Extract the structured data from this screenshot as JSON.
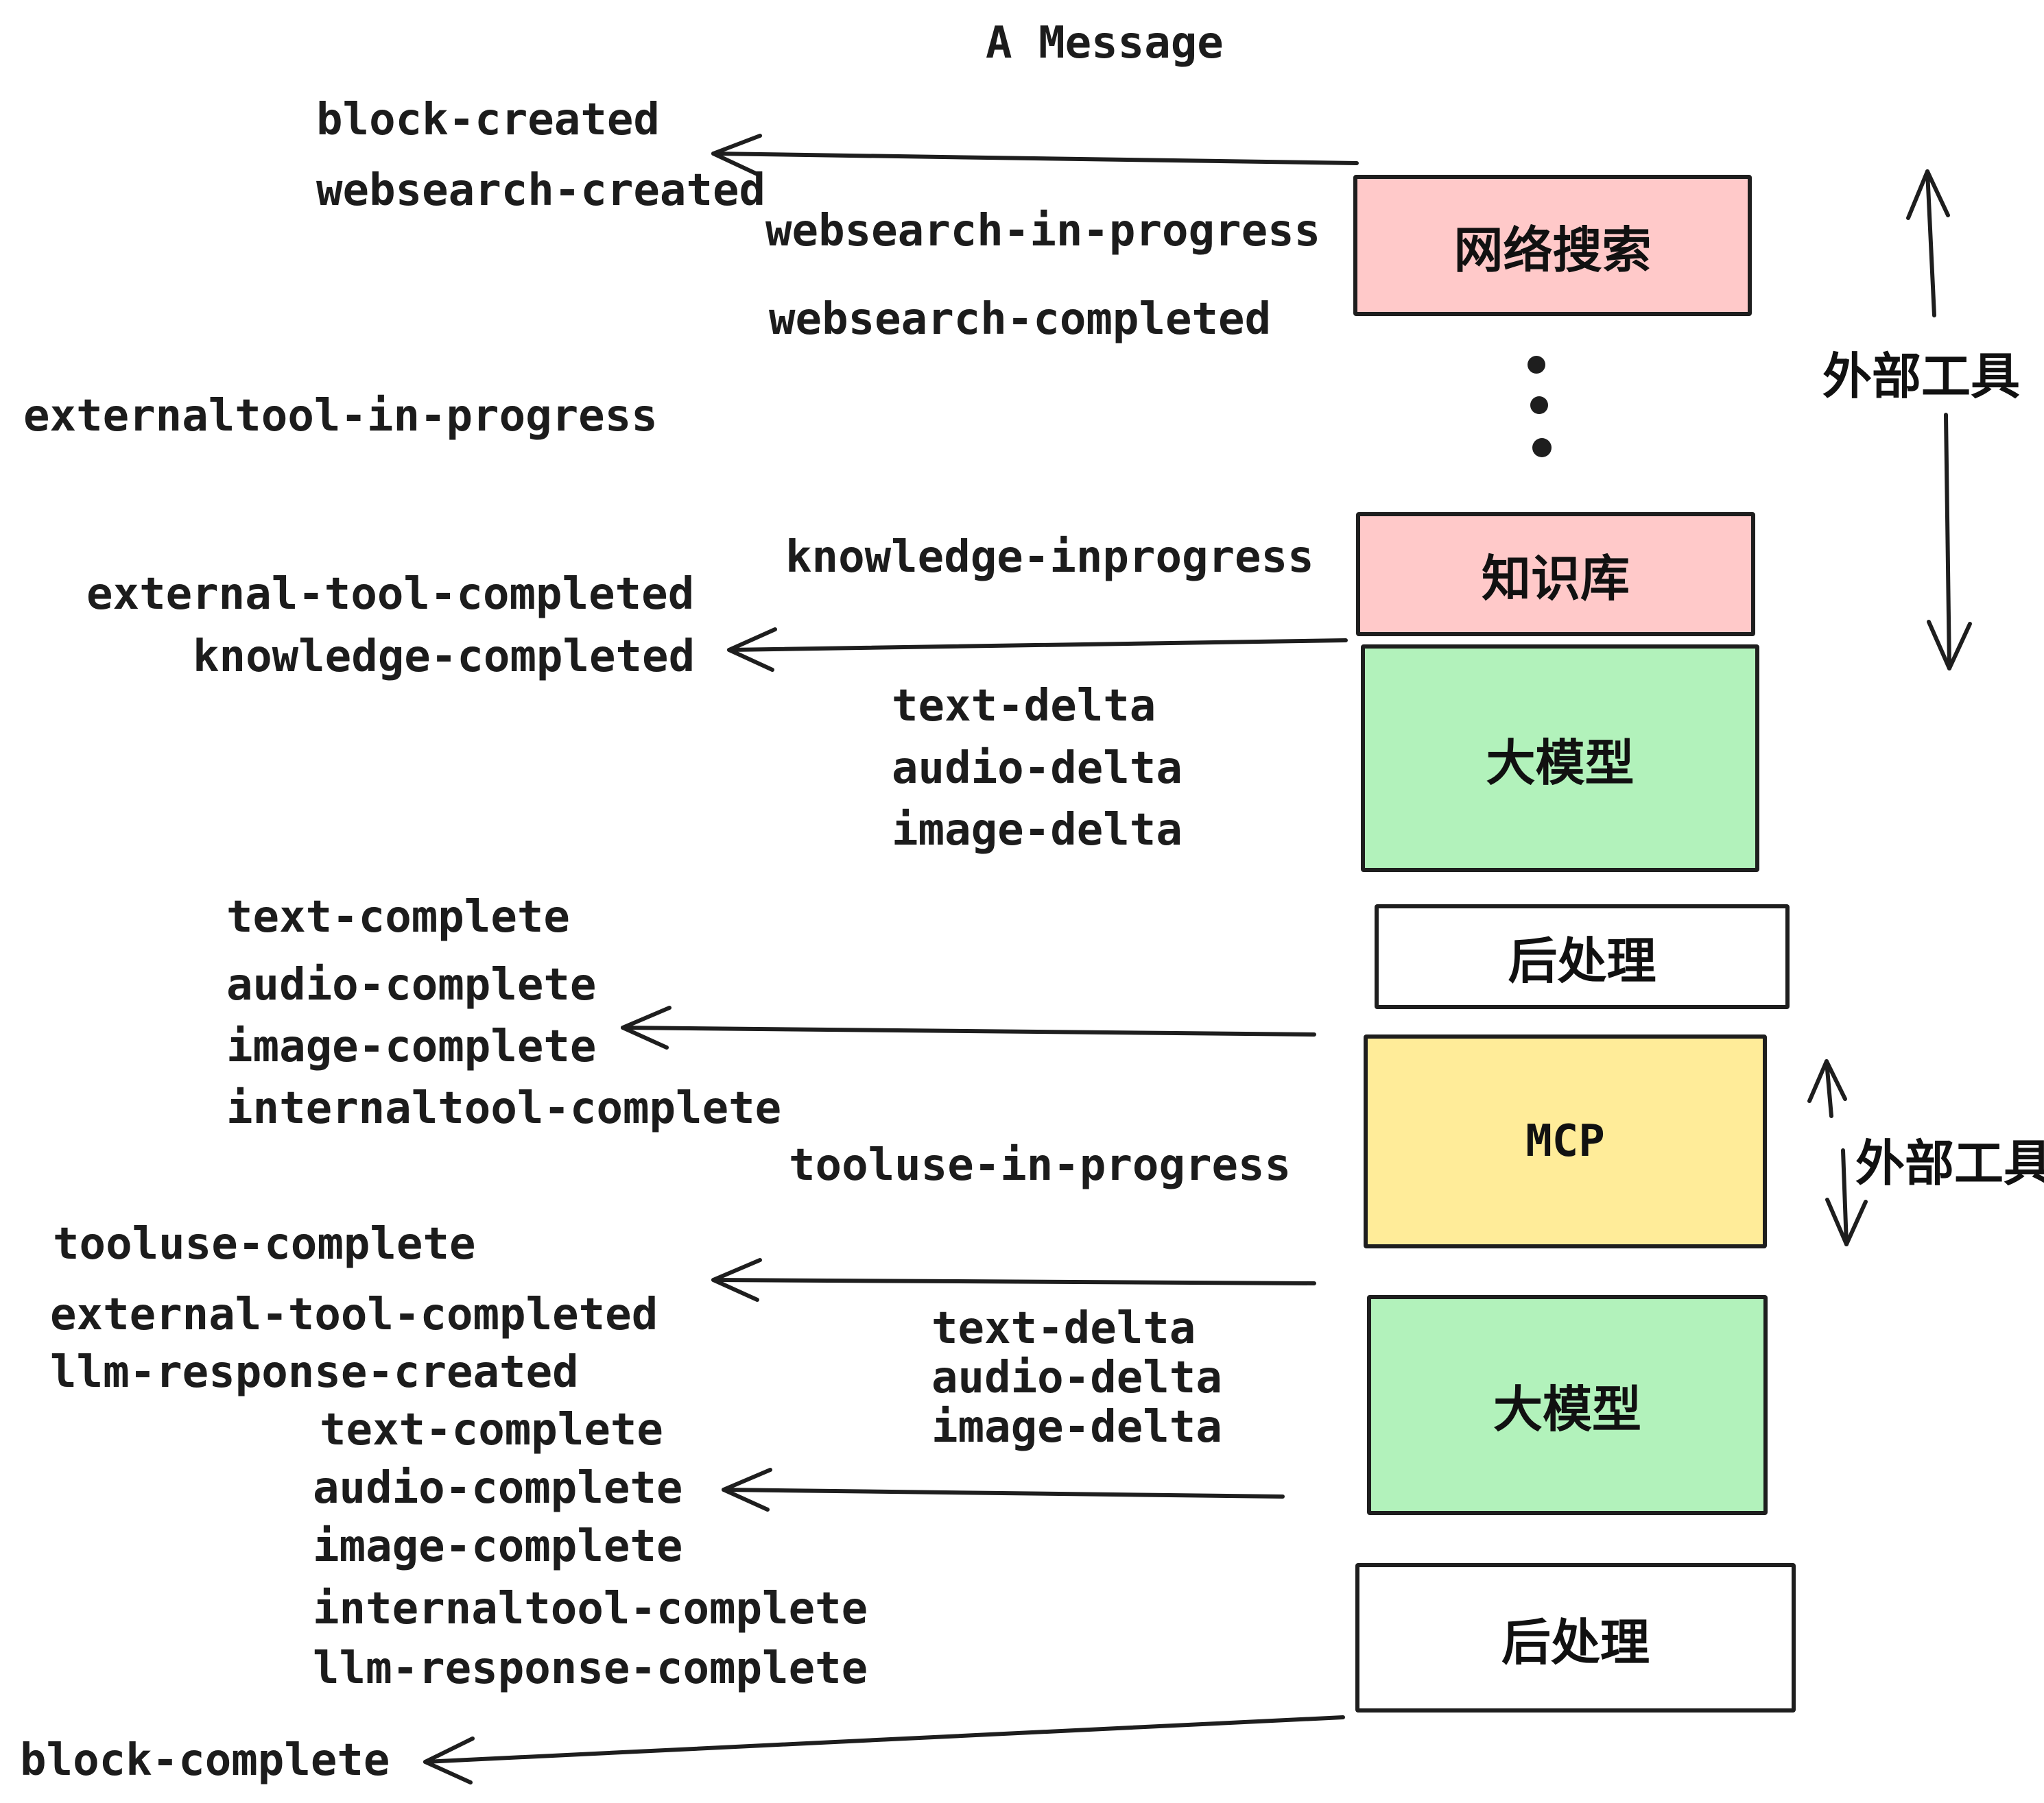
{
  "title": "A Message",
  "colors": {
    "stroke": "#1e1e1e",
    "external_tool_box": "#ffc9c9",
    "llm_box": "#b2f2bb",
    "mcp_box": "#ffec99",
    "postprocess_box": "#ffffff",
    "background": "#ffffff"
  },
  "boxes": [
    {
      "id": "websearch",
      "label": "网络搜索",
      "color": "#ffc9c9"
    },
    {
      "id": "knowledge",
      "label": "知识库",
      "color": "#ffc9c9"
    },
    {
      "id": "llm-1",
      "label": "大模型",
      "color": "#b2f2bb"
    },
    {
      "id": "postprocess-1",
      "label": "后处理",
      "color": "#ffffff"
    },
    {
      "id": "mcp",
      "label": "MCP",
      "color": "#ffec99"
    },
    {
      "id": "llm-2",
      "label": "大模型",
      "color": "#b2f2bb"
    },
    {
      "id": "postprocess-2",
      "label": "后处理",
      "color": "#ffffff"
    }
  ],
  "side_labels": [
    {
      "label": "外部工具"
    },
    {
      "label": "外部工具"
    }
  ],
  "ellipsis": "⋮",
  "events": [
    {
      "label": "block-created"
    },
    {
      "label": "websearch-created"
    },
    {
      "label": "websearch-in-progress"
    },
    {
      "label": "websearch-completed"
    },
    {
      "label": "externaltool-in-progress"
    },
    {
      "label": "knowledge-inprogress"
    },
    {
      "label": "external-tool-completed"
    },
    {
      "label": "knowledge-completed"
    },
    {
      "label": "text-delta"
    },
    {
      "label": "audio-delta"
    },
    {
      "label": "image-delta"
    },
    {
      "label": "text-complete"
    },
    {
      "label": "audio-complete"
    },
    {
      "label": "image-complete"
    },
    {
      "label": "internaltool-complete"
    },
    {
      "label": "tooluse-in-progress"
    },
    {
      "label": "tooluse-complete"
    },
    {
      "label": "external-tool-completed"
    },
    {
      "label": "llm-response-created"
    },
    {
      "label": "text-complete"
    },
    {
      "label": "text-delta"
    },
    {
      "label": "audio-delta"
    },
    {
      "label": "image-delta"
    },
    {
      "label": "audio-complete"
    },
    {
      "label": "image-complete"
    },
    {
      "label": "internaltool-complete"
    },
    {
      "label": "llm-response-complete"
    },
    {
      "label": "block-complete"
    }
  ]
}
